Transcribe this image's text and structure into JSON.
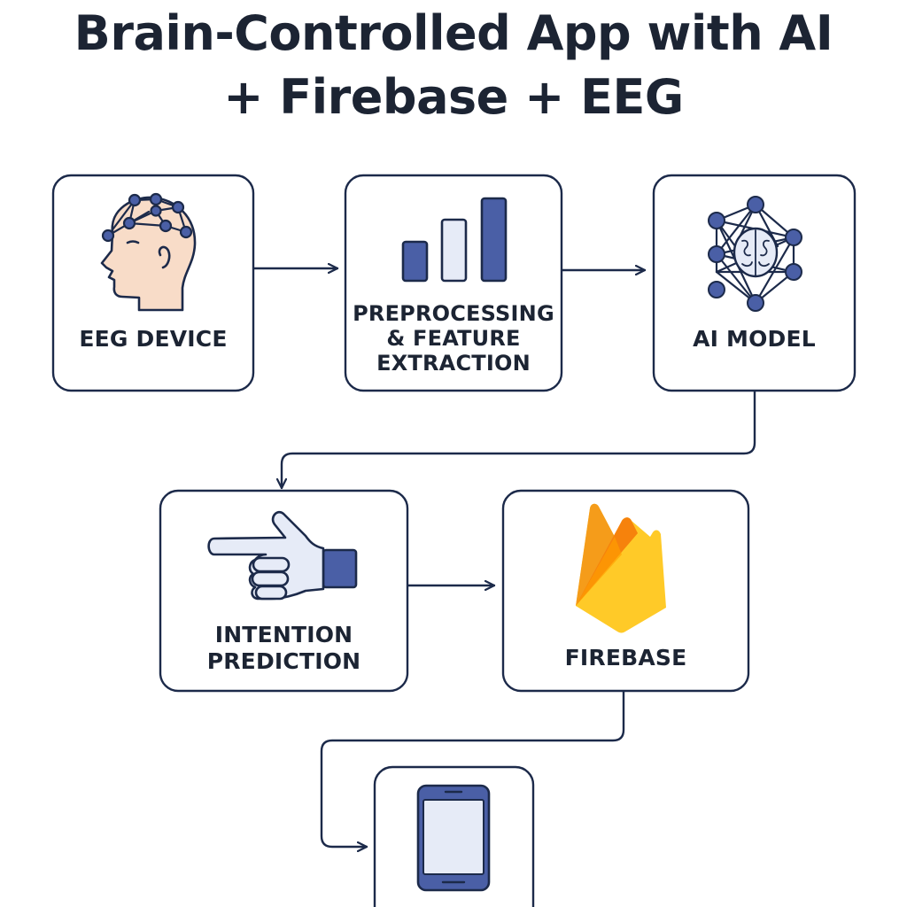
{
  "title": {
    "line1": "Brain-Controlled App with AI",
    "line2": "+ Firebase + EEG"
  },
  "nodes": {
    "eeg_device": {
      "label": "EEG DEVICE",
      "icon": "eeg-head-icon"
    },
    "preprocessing": {
      "label_line1": "PREPROCESSING",
      "label_line2": "& FEATURE",
      "label_line3": "EXTRACTION",
      "icon": "bar-chart-icon"
    },
    "ai_model": {
      "label": "AI MODEL",
      "icon": "neural-network-icon"
    },
    "intention": {
      "label_line1": "INTENTION",
      "label_line2": "PREDICTION",
      "icon": "pointing-hand-icon"
    },
    "firebase": {
      "label": "FIREBASE",
      "icon": "firebase-flame-icon"
    },
    "mobile_app": {
      "label": "",
      "icon": "smartphone-icon"
    }
  },
  "colors": {
    "outline": "#1c2a4a",
    "accent_blue": "#4a5fa6",
    "light_blue": "#e6ebf7",
    "skin": "#f8dcc8",
    "firebase_yellow": "#ffca28",
    "firebase_orange": "#f59c1a",
    "firebase_amber": "#f6820c"
  }
}
